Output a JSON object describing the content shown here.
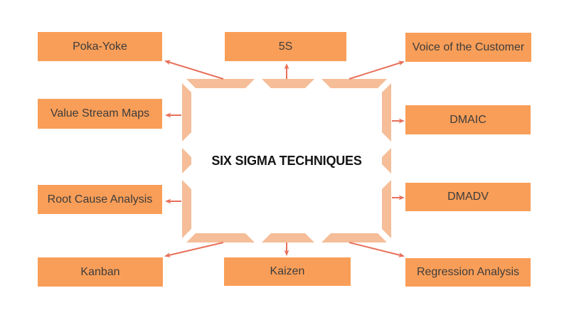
{
  "title": "SIX SIGMA TECHNIQUES",
  "diagram_type": "hub-and-spoke mind map",
  "colors": {
    "box_fill": "#F99E58",
    "frame": "#F5BD98",
    "arrow": "#E8705B",
    "box_text": "#3C3C3C",
    "title_text": "#141414",
    "background": "#FFFFFF"
  },
  "center": {
    "label": "SIX SIGMA TECHNIQUES"
  },
  "nodes": [
    {
      "id": "poka-yoke",
      "label": "Poka-Yoke",
      "position": "top-left"
    },
    {
      "id": "5s",
      "label": "5S",
      "position": "top-center"
    },
    {
      "id": "voice-of-the-customer",
      "label": "Voice of the Customer",
      "position": "top-right"
    },
    {
      "id": "value-stream-maps",
      "label": "Value Stream Maps",
      "position": "middle-left"
    },
    {
      "id": "dmaic",
      "label": "DMAIC",
      "position": "middle-right"
    },
    {
      "id": "root-cause-analysis",
      "label": "Root Cause Analysis",
      "position": "lower-left"
    },
    {
      "id": "dmadv",
      "label": "DMADV",
      "position": "lower-right"
    },
    {
      "id": "kanban",
      "label": "Kanban",
      "position": "bottom-left"
    },
    {
      "id": "kaizen",
      "label": "Kaizen",
      "position": "bottom-center"
    },
    {
      "id": "regression-analysis",
      "label": "Regression Analysis",
      "position": "bottom-right"
    }
  ]
}
